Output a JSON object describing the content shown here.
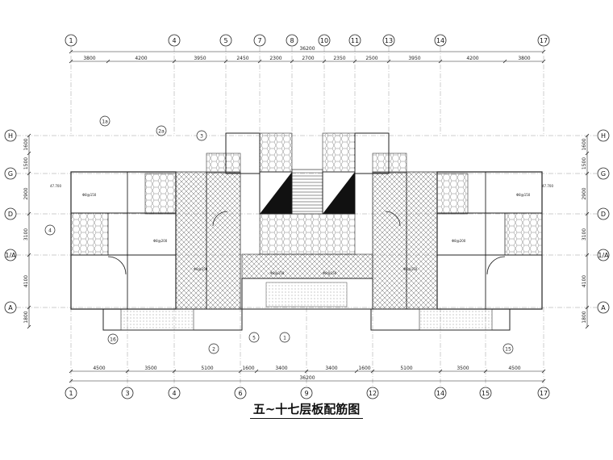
{
  "title": "五~十七层板配筋图",
  "top_axes": [
    "1",
    "4",
    "5",
    "7",
    "8",
    "10",
    "11",
    "13",
    "14",
    "17"
  ],
  "bottom_axes": [
    "1",
    "3",
    "4",
    "6",
    "9",
    "12",
    "14",
    "15",
    "17"
  ],
  "row_axes": [
    "H",
    "G",
    "D",
    "1/A",
    "A"
  ],
  "top_dims": [
    "3800",
    "4200",
    "3950",
    "2450",
    "2300",
    "2700",
    "2350",
    "2500",
    "3950",
    "4200",
    "3800"
  ],
  "top_total": "36200",
  "bottom_dims": [
    "4500",
    "3500",
    "5100",
    "1600",
    "3400",
    "3400",
    "1600",
    "5100",
    "3500",
    "4500"
  ],
  "bottom_total": "36200",
  "left_dims": [
    "1600",
    "1500",
    "2900",
    "3100",
    "4100",
    "1800"
  ],
  "right_dims": [
    "1600",
    "1500",
    "2900",
    "3100",
    "4100",
    "1800"
  ],
  "section_marks": [
    "1a",
    "2a",
    "3",
    "4",
    "5",
    "2",
    "1",
    "15",
    "16"
  ],
  "notes": [
    "47.700",
    "47.700"
  ],
  "colors": {
    "line": "#222222",
    "hatch": "#555555",
    "fill_dark": "#111111",
    "paper": "#ffffff"
  }
}
